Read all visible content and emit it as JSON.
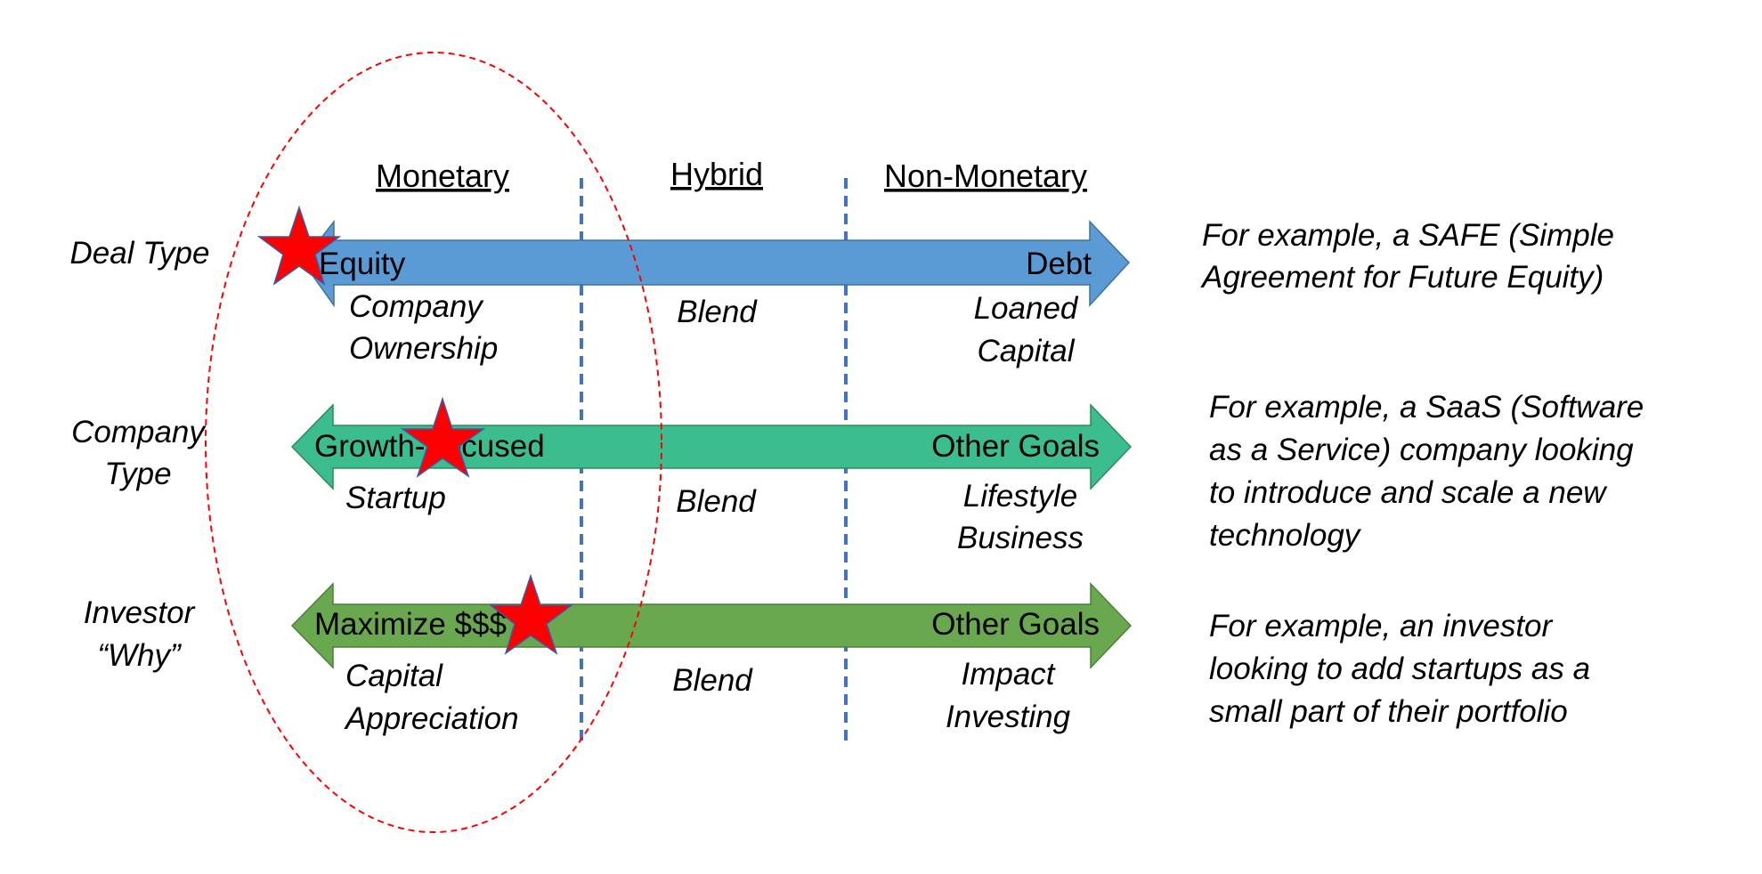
{
  "columns": {
    "monetary": "Monetary",
    "hybrid": "Hybrid",
    "non_monetary": "Non-Monetary"
  },
  "rows": [
    {
      "label_lines": [
        "Deal Type"
      ],
      "arrow_left": "Equity",
      "arrow_right": "Debt",
      "arrow_color": "#5B9BD5",
      "left_desc": [
        "Company",
        "Ownership"
      ],
      "mid_desc": "Blend",
      "right_desc": [
        "Loaned",
        "Capital"
      ],
      "example": [
        "For example, a SAFE (Simple",
        "Agreement for Future Equity)"
      ]
    },
    {
      "label_lines": [
        "Company",
        "Type"
      ],
      "arrow_left": "Growth-Focused",
      "arrow_right": "Other Goals",
      "arrow_color": "#3BBD8F",
      "left_desc": [
        "Startup"
      ],
      "mid_desc": "Blend",
      "right_desc": [
        "Lifestyle",
        "Business"
      ],
      "example": [
        "For example, a SaaS (Software",
        "as a Service) company looking",
        "to introduce and scale a new",
        "technology"
      ]
    },
    {
      "label_lines": [
        "Investor",
        "“Why”"
      ],
      "arrow_left": "Maximize $$$",
      "arrow_right": "Other Goals",
      "arrow_color": "#6AA84F",
      "left_desc": [
        "Capital",
        "Appreciation"
      ],
      "mid_desc": "Blend",
      "right_desc": [
        "Impact",
        "Investing"
      ],
      "example": [
        "For example, an investor",
        "looking to add startups as a",
        "small part of their portfolio"
      ]
    }
  ],
  "colors": {
    "star": "#FF0000",
    "star_outline": "#3B5BA8",
    "divider": "#4472C4",
    "ellipse": "#FF0000"
  }
}
